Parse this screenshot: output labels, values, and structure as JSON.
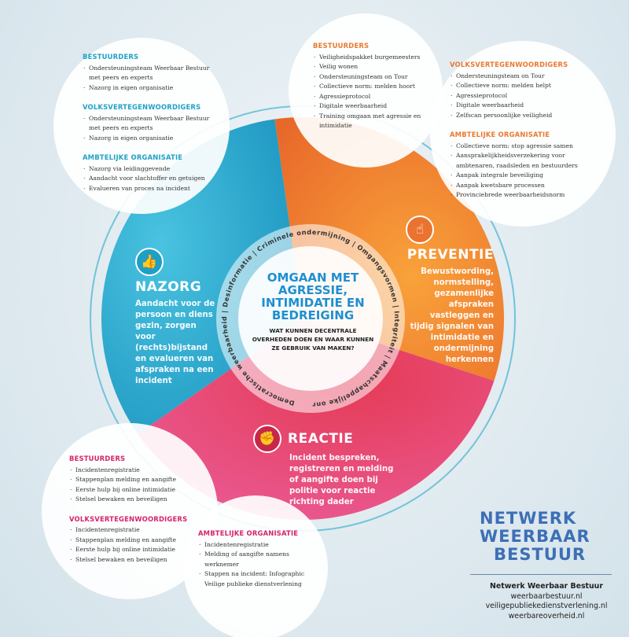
{
  "colors": {
    "nazorg": "#2aa9cc",
    "preventie": "#f0832e",
    "reactie": "#e3395a",
    "title": "#1f8fd0",
    "logo": "#3d6fb6"
  },
  "center": {
    "title": "OMGAAN MET AGRESSIE, INTIMIDATIE EN BEDREIGING",
    "subtitle": "WAT KUNNEN DECENTRALE OVERHEDEN DOEN EN WAAR KUNNEN ZE GEBRUIK VAN MAKEN?",
    "ring": "Democratische weerbaarheid | Desinformatie | Criminele ondermijning | Omgangsvormen | Integriteit | Maatschappelijke onrust |"
  },
  "segments": {
    "nazorg": {
      "icon": "thumbs-up-icon",
      "title": "NAZORG",
      "text": "Aandacht voor de persoon en diens gezin, zorgen voor (rechts)bijstand en evalueren van afspraken na een incident"
    },
    "preventie": {
      "icon": "raised-finger-icon",
      "title": "PREVENTIE",
      "text": "Bewustwording, normstelling, gezamenlijke afspraken vastleggen en tijdig signalen van intimidatie en ondermijning herkennen"
    },
    "reactie": {
      "icon": "raised-fist-icon",
      "title": "REACTIE",
      "text": "Incident bespreken, registreren en melding of aangifte doen bij politie voor reactie richting dader"
    }
  },
  "nazorg_lists": [
    {
      "heading": "BESTUURDERS",
      "items": [
        "Ondersteuningsteam Weerbaar Bestuur met peers en experts",
        "Nazorg in eigen organisatie"
      ]
    },
    {
      "heading": "VOLKSVERTEGENWOORDIGERS",
      "items": [
        "Ondersteuningsteam Weerbaar Bestuur met peers en experts",
        "Nazorg in eigen organisatie"
      ]
    },
    {
      "heading": "AMBTELIJKE ORGANISATIE",
      "items": [
        "Nazorg via leidinggevende",
        "Aandacht voor slachtoffer en getuigen",
        "Evalueren van proces na incident"
      ]
    }
  ],
  "preventie_bestuurders": {
    "heading": "BESTUURDERS",
    "items": [
      "Veiligheidspakket burgemeesters",
      "Veilig wonen",
      "Ondersteuningsteam on Tour",
      "Collectieve norm: melden hoort",
      "Agressieprotocol",
      "Digitale weerbaarheid",
      "Training omgaan met agressie en intimidatie"
    ]
  },
  "preventie_lists": [
    {
      "heading": "VOLKSVERTEGENWOORDIGERS",
      "items": [
        "Ondersteuningsteam on Tour",
        "Collectieve norm: melden helpt",
        "Agressieprotocol",
        "Digitale weerbaarheid",
        "Zelfscan persoonlijke veiligheid"
      ]
    },
    {
      "heading": "AMBTELIJKE ORGANISATIE",
      "items": [
        "Collectieve norm: stop agressie samen",
        "Aansprakelijkheidsverzekering voor ambtenaren, raadsleden en bestuurders",
        "Aanpak integrale beveiliging",
        "Aanpak kwetsbare processen",
        "Provinciebrede weerbaarheidsnorm"
      ]
    }
  ],
  "reactie_lists": [
    {
      "heading": "BESTUURDERS",
      "items": [
        "Incidentenregistratie",
        "Stappenplan melding en aangifte",
        "Eerste hulp bij online intimidatie",
        "Stelsel bewaken en beveiligen"
      ]
    },
    {
      "heading": "VOLKSVERTEGENWOORDIGERS",
      "items": [
        "Incidentenregistratie",
        "Stappenplan melding en aangifte",
        "Eerste hulp bij online intimidatie",
        "Stelsel bewaken en beveiligen"
      ]
    }
  ],
  "reactie_ambtelijk": {
    "heading": "AMBTELIJKE ORGANISATIE",
    "items": [
      "Incidentenregistratie",
      "Melding of aangifte namens werknemer",
      "Stappen na incident: Infographic Veilige publieke dienstverlening"
    ]
  },
  "logo": {
    "line1": "NETWERK",
    "line2": "WEERBAAR",
    "line3": "BESTUUR"
  },
  "footer": {
    "name": "Netwerk Weerbaar Bestuur",
    "links": [
      "weerbaarbestuur.nl",
      "veiligepubliekedienstverlening.nl",
      "weerbareoverheid.nl"
    ]
  }
}
